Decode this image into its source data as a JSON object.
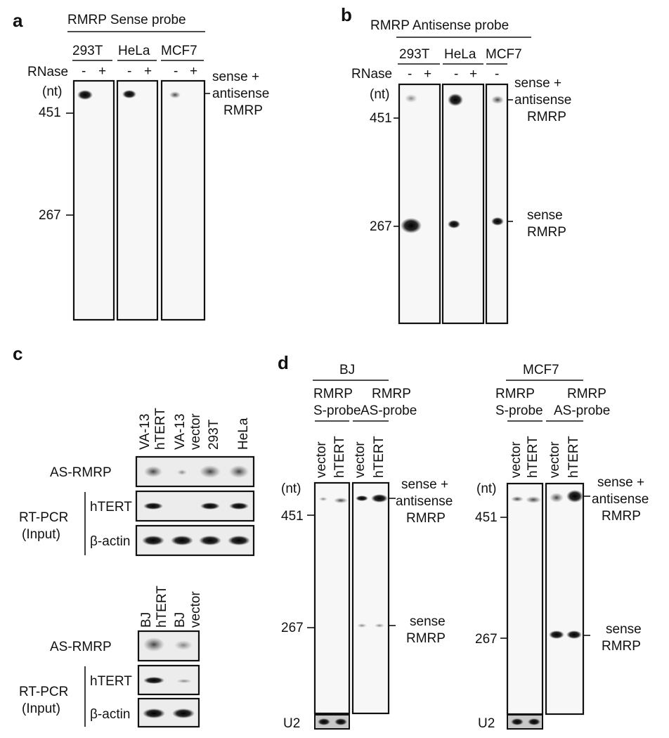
{
  "panels": [
    "a",
    "b",
    "c",
    "d"
  ],
  "a": {
    "title": "RMRP Sense probe",
    "cell_lines": [
      "293T",
      "HeLa",
      "MCF7"
    ],
    "rnase_label": "RNase",
    "lane_signs": [
      "-",
      "+"
    ],
    "unit": "(nt)",
    "marker_451": "451",
    "marker_267": "267",
    "band_label": [
      "sense +",
      "antisense",
      "RMRP"
    ]
  },
  "b": {
    "title": "RMRP Antisense probe",
    "cell_lines": [
      "293T",
      "HeLa",
      "MCF7"
    ],
    "rnase_label": "RNase",
    "lane_signs": [
      "-",
      "+"
    ],
    "mcf7_sign": "-",
    "unit": "(nt)",
    "marker_451": "451",
    "marker_267": "267",
    "band_label_top": [
      "sense +",
      "antisense",
      "RMRP"
    ],
    "band_label_bottom": [
      "sense",
      "RMRP"
    ]
  },
  "c": {
    "top_lanes": [
      [
        "VA-13",
        "hTERT"
      ],
      [
        "VA-13",
        "vector"
      ],
      [
        "293T"
      ],
      [
        "HeLa"
      ]
    ],
    "bottom_lanes": [
      [
        "BJ",
        "hTERT"
      ],
      [
        "BJ",
        "vector"
      ]
    ],
    "row_as_rmrp": "AS-RMRP",
    "row_htert": "hTERT",
    "row_actin": "β-actin",
    "group_label": [
      "RT-PCR",
      "(Input)"
    ]
  },
  "d": {
    "groups": [
      "BJ",
      "MCF7"
    ],
    "probes": [
      [
        "RMRP",
        "S-probe"
      ],
      [
        "RMRP",
        "AS-probe"
      ]
    ],
    "lanes": [
      "vector",
      "hTERT"
    ],
    "unit": "(nt)",
    "marker_451": "451",
    "marker_267": "267",
    "band_label_top": [
      "sense +",
      "antisense",
      "RMRP"
    ],
    "band_label_bottom": [
      "sense",
      "RMRP"
    ],
    "loading_label": "U2"
  }
}
